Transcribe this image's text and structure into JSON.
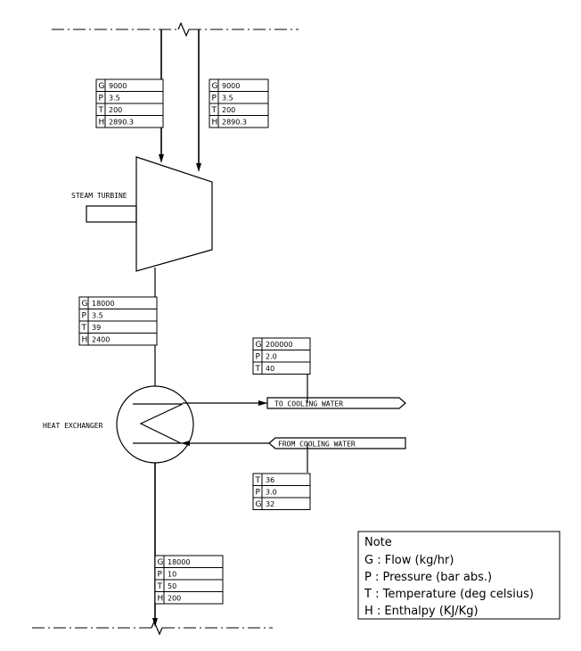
{
  "labels": {
    "steam_turbine": "STEAM TURBINE",
    "heat_exchanger": "HEAT EXCHANGER",
    "to_cooling_water": "TO COOLING WATER",
    "from_cooling_water": "FROM COOLING WATER"
  },
  "tables": {
    "inlet_left": [
      {
        "k": "G",
        "v": "9000"
      },
      {
        "k": "P",
        "v": "3.5"
      },
      {
        "k": "T",
        "v": "200"
      },
      {
        "k": "H",
        "v": "2890.3"
      }
    ],
    "inlet_right": [
      {
        "k": "G",
        "v": "9000"
      },
      {
        "k": "P",
        "v": "3.5"
      },
      {
        "k": "T",
        "v": "200"
      },
      {
        "k": "H",
        "v": "2890.3"
      }
    ],
    "turbine_out": [
      {
        "k": "G",
        "v": "18000"
      },
      {
        "k": "P",
        "v": "3.5"
      },
      {
        "k": "T",
        "v": "39"
      },
      {
        "k": "H",
        "v": "2400"
      }
    ],
    "cooling_out": [
      {
        "k": "G",
        "v": "200000"
      },
      {
        "k": "P",
        "v": "2.0"
      },
      {
        "k": "T",
        "v": "40"
      }
    ],
    "cooling_in": [
      {
        "k": "T",
        "v": "36"
      },
      {
        "k": "P",
        "v": "3.0"
      },
      {
        "k": "G",
        "v": "32"
      }
    ],
    "condensate_out": [
      {
        "k": "G",
        "v": "18000"
      },
      {
        "k": "P",
        "v": "10"
      },
      {
        "k": "T",
        "v": "50"
      },
      {
        "k": "H",
        "v": "200"
      }
    ]
  },
  "note": {
    "title": "Note",
    "lines": [
      "G : Flow (kg/hr)",
      "P : Pressure (bar abs.)",
      "T : Temperature (deg celsius)",
      "H : Enthalpy (KJ/Kg)"
    ]
  }
}
